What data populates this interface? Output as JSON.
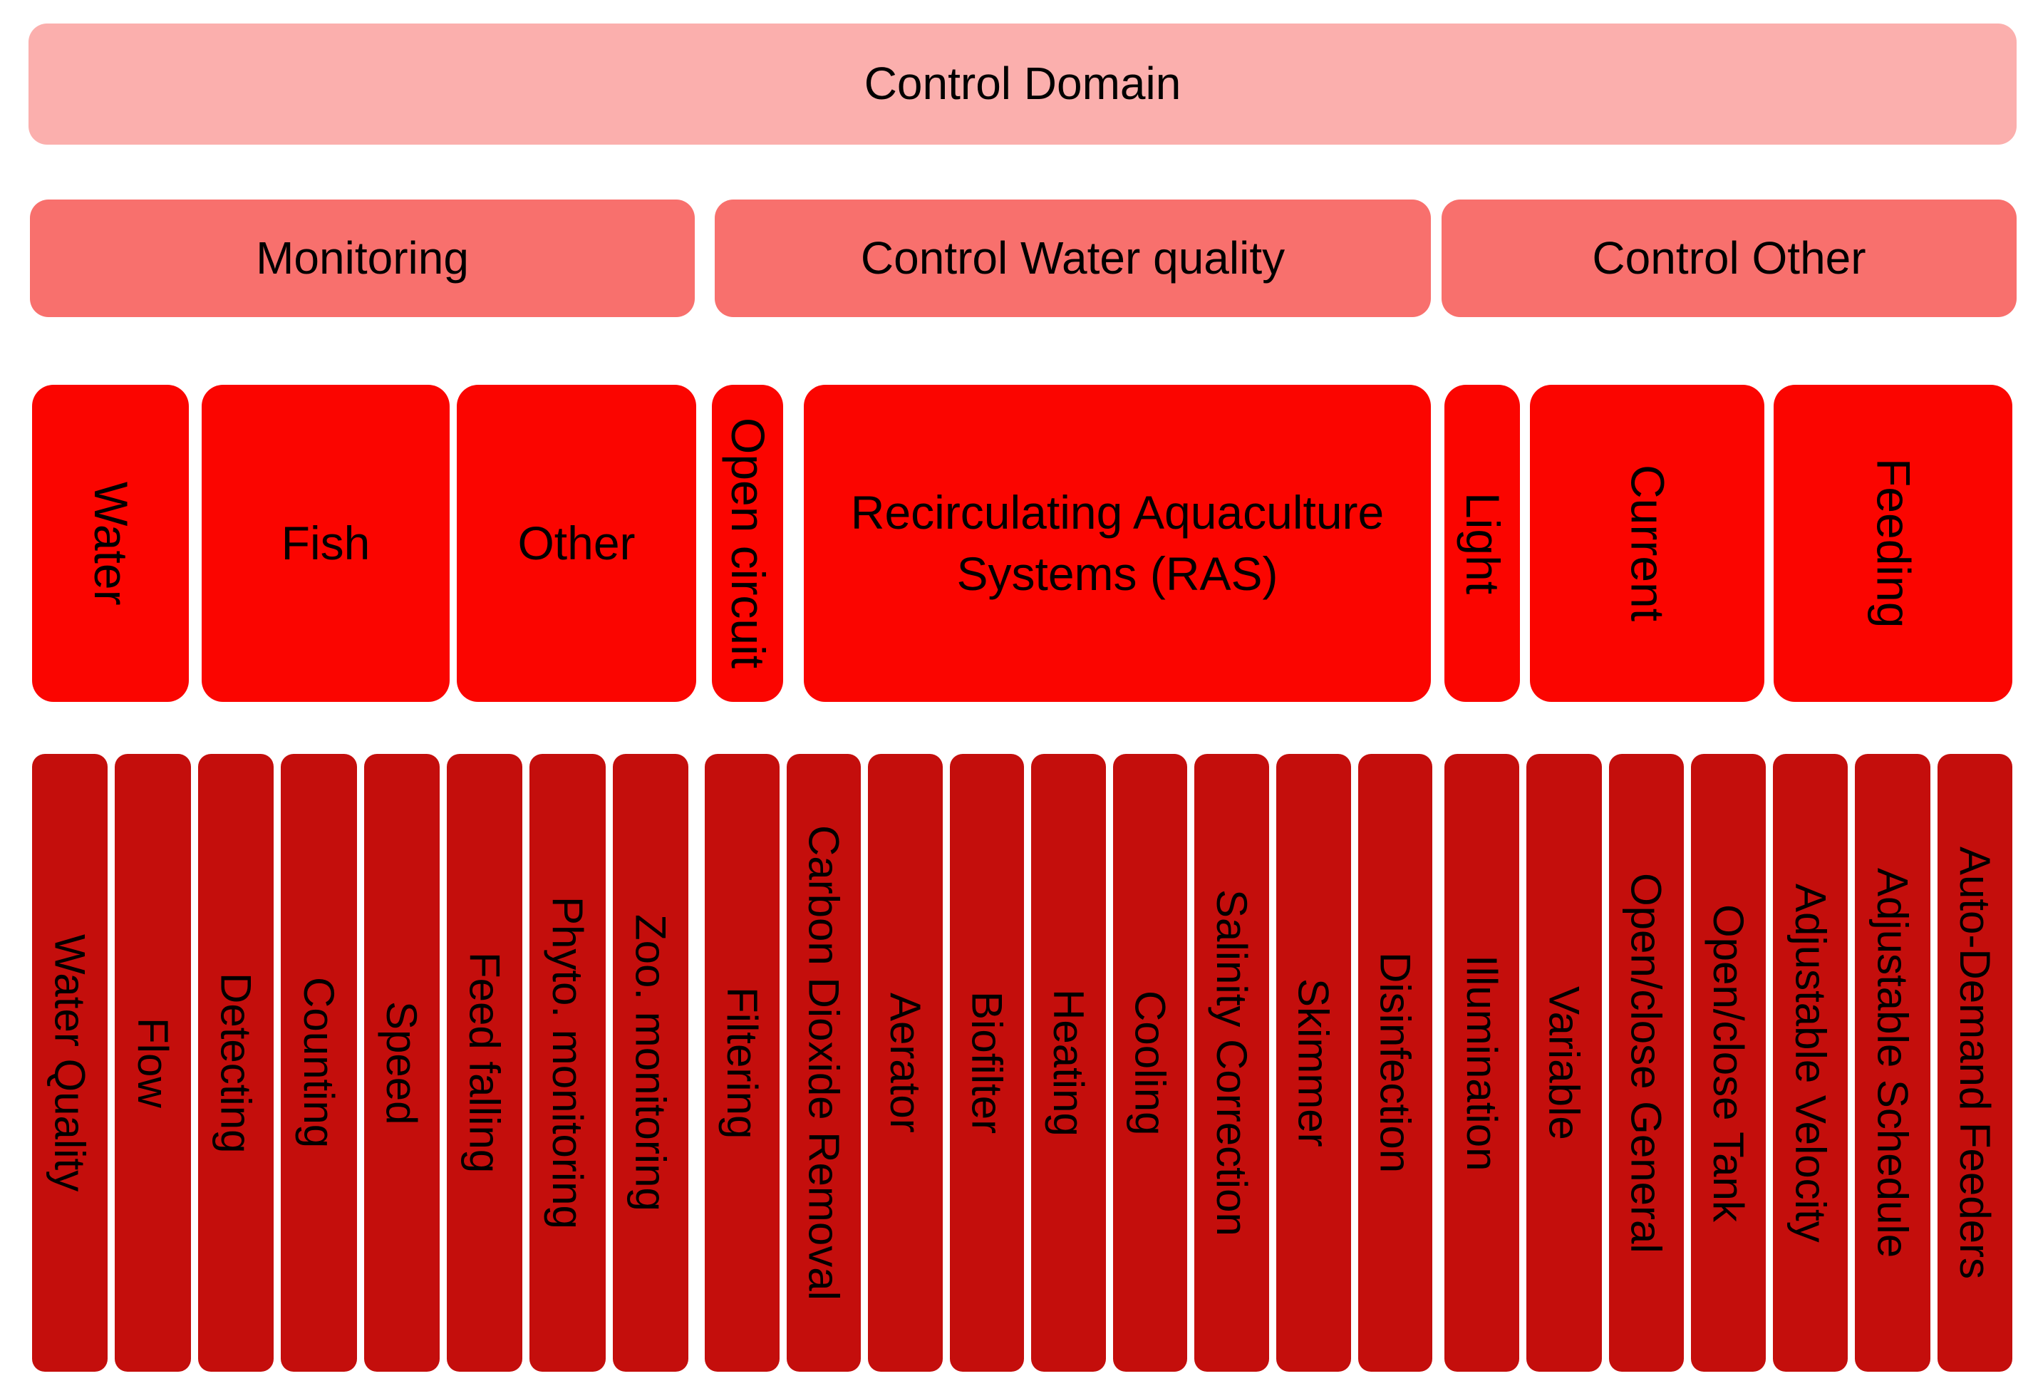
{
  "palette": {
    "level1": "#FBAFAD",
    "level2": "#F8706D",
    "level3": "#FB0500",
    "level4": "#C40E0C",
    "text": "#000000",
    "background": "#FFFFFF"
  },
  "root": {
    "label": "Control Domain"
  },
  "level2": [
    {
      "label": "Monitoring"
    },
    {
      "label": "Control Water quality"
    },
    {
      "label": "Control Other"
    }
  ],
  "level3": [
    {
      "label": "Water"
    },
    {
      "label": "Fish"
    },
    {
      "label": "Other"
    },
    {
      "label": "Open circuit"
    },
    {
      "label": "Recirculating Aquaculture Systems (RAS)"
    },
    {
      "label": "Light"
    },
    {
      "label": "Current"
    },
    {
      "label": "Feeding"
    }
  ],
  "level4": {
    "monitoring": [
      "Water Quality",
      "Flow",
      "Detecting",
      "Counting",
      "Speed",
      "Feed falling",
      "Phyto. monitoring",
      "Zoo. monitoring"
    ],
    "control_water_quality": [
      "Filtering",
      "Carbon Dioxide Removal",
      "Aerator",
      "Biofilter",
      "Heating",
      "Cooling",
      "Salinity Correction",
      "Skimmer",
      "Disinfection"
    ],
    "control_other": [
      "Illumination",
      "Variable",
      "Open/close General",
      "Open/close Tank",
      "Adjustable Velocity",
      "Adjustable Schedule",
      "Auto-Demand Feeders"
    ]
  }
}
